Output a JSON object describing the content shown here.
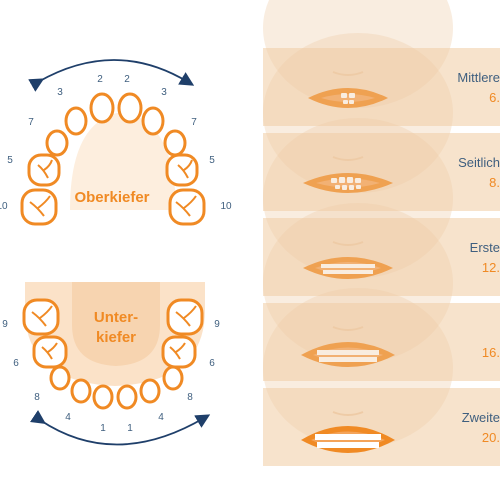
{
  "jaw_labels": {
    "upper": "Oberkiefer",
    "lower_line1": "Unter-",
    "lower_line2": "kiefer"
  },
  "upper_tooth_numbers": [
    "10",
    "5",
    "7",
    "3",
    "2",
    "2",
    "3",
    "7",
    "5",
    "10"
  ],
  "lower_tooth_numbers": [
    "9",
    "6",
    "8",
    "4",
    "1",
    "1",
    "4",
    "8",
    "6",
    "9"
  ],
  "stages": [
    {
      "title": "Mittlere",
      "age": "6."
    },
    {
      "title": "Seitlich",
      "age": "8."
    },
    {
      "title": "Erste",
      "age": "12."
    },
    {
      "title": "",
      "age": "16."
    },
    {
      "title": "Zweite",
      "age": "20."
    }
  ],
  "colors": {
    "outline": "#f08a24",
    "text_blue": "#3f5f7f",
    "arrow": "#1f3f6a",
    "skin": "#f7e3cc",
    "skin_dark": "#eecba6",
    "lip": "#f08a24",
    "lip_light": "#f4a45a",
    "jaw_fill": "#fbe2c8"
  }
}
